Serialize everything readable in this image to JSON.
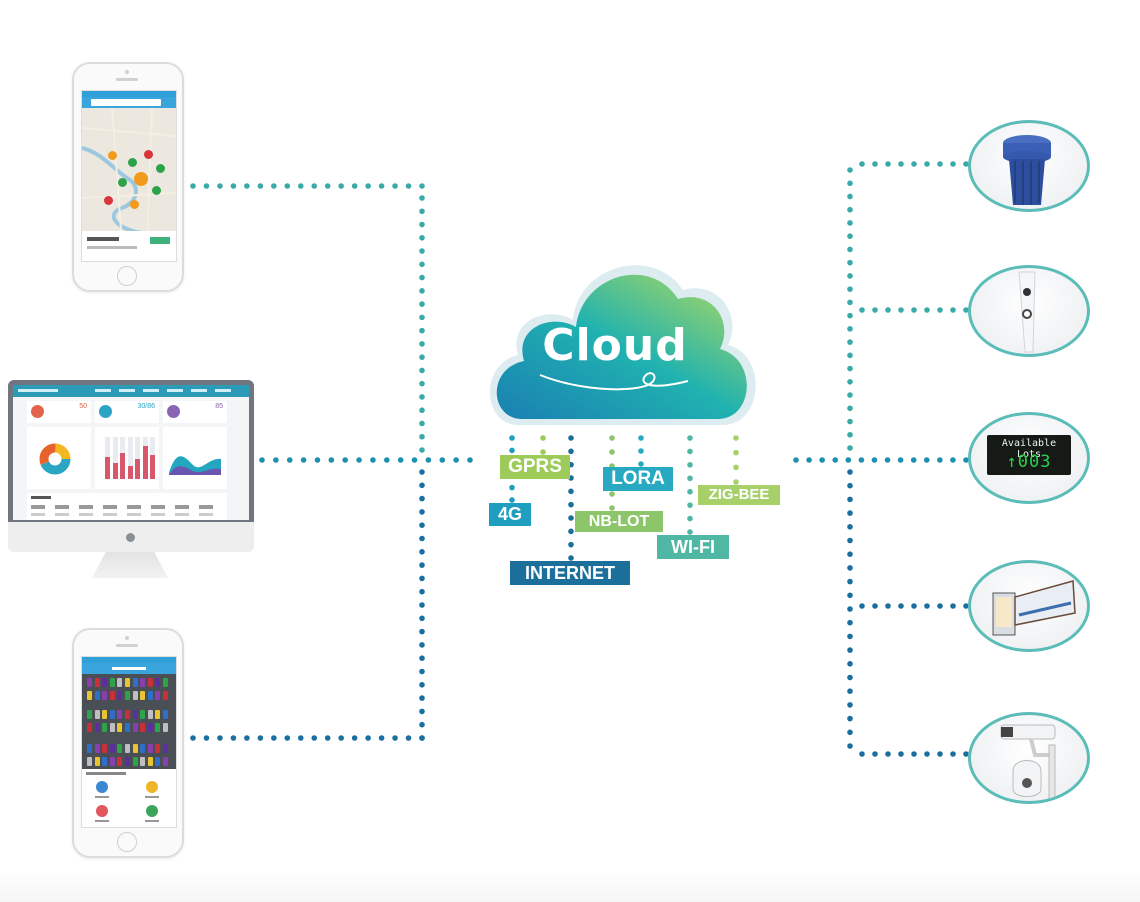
{
  "diagram": {
    "type": "smart-parking IoT architecture",
    "cloud": {
      "label": "Cloud",
      "gradient_colors": [
        "#1a7fb2",
        "#20b2b0",
        "#9fd15a"
      ]
    },
    "protocols": [
      {
        "id": "gprs",
        "label": "GPRS",
        "color": "#9ccb5a"
      },
      {
        "id": "lora",
        "label": "LORA",
        "color": "#27a9c2"
      },
      {
        "id": "zigbee",
        "label": "ZIG-BEE",
        "color": "#a7d068"
      },
      {
        "id": "4g",
        "label": "4G",
        "color": "#1e9fc0"
      },
      {
        "id": "nblot",
        "label": "NB-LOT",
        "color": "#8cc56a"
      },
      {
        "id": "wifi",
        "label": "WI-FI",
        "color": "#4fb7a4"
      },
      {
        "id": "internet",
        "label": "INTERNET",
        "color": "#1c6f9a"
      }
    ],
    "clients": [
      {
        "id": "mobile-map-app",
        "kind": "phone",
        "description": "Parking map app"
      },
      {
        "id": "web-dashboard",
        "kind": "desktop-monitor",
        "description": "Management dashboard"
      },
      {
        "id": "mobile-lot-app",
        "kind": "phone",
        "description": "Parking lot management app"
      }
    ],
    "devices": [
      {
        "id": "geomagnetic-sensor",
        "description": "Parking space detector"
      },
      {
        "id": "handheld-terminal",
        "description": "Handheld POS terminal"
      },
      {
        "id": "guidance-display",
        "description": "LED guidance screen",
        "display_line1": "Available Lots",
        "display_line2": "↑003"
      },
      {
        "id": "barrier-gate",
        "description": "Advertising barrier gate"
      },
      {
        "id": "surveillance-camera",
        "description": "Camera and PTZ dome"
      }
    ],
    "colors": {
      "connector_teal": "#3aaaa8",
      "connector_blue": "#1b6fa0",
      "device_ring": "#5bbcb8"
    }
  },
  "dashboard_preview": {
    "stats": [
      "50",
      "30/86",
      "85"
    ],
    "bar_values": [
      52,
      38,
      62,
      30,
      48,
      78,
      58
    ]
  }
}
